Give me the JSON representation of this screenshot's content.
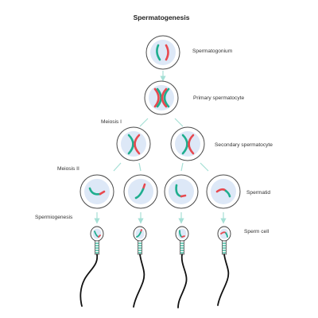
{
  "title": "Spermatogenesis",
  "labels": {
    "spermatogonium": "Spermatogonium",
    "primary": "Primary spermatocyte",
    "meiosis1": "Meiosis I",
    "secondary": "Secondary spermatocyte",
    "meiosis2": "Meiosis II",
    "spermatid": "Spermatid",
    "spermiogenesis": "Spermiogenesis",
    "sperm": "Sperm cell"
  },
  "colors": {
    "chromosome_red": "#e8494f",
    "chromosome_green": "#1fae8e",
    "nucleus": "#dde8f7",
    "arrow": "#a6e0d6",
    "tail": "#111111"
  },
  "stages": [
    {
      "stage": "Spermatogonium",
      "count": 1
    },
    {
      "stage": "Primary spermatocyte",
      "count": 1
    },
    {
      "stage": "Secondary spermatocyte",
      "count": 2
    },
    {
      "stage": "Spermatid",
      "count": 4
    },
    {
      "stage": "Sperm cell",
      "count": 4
    }
  ]
}
